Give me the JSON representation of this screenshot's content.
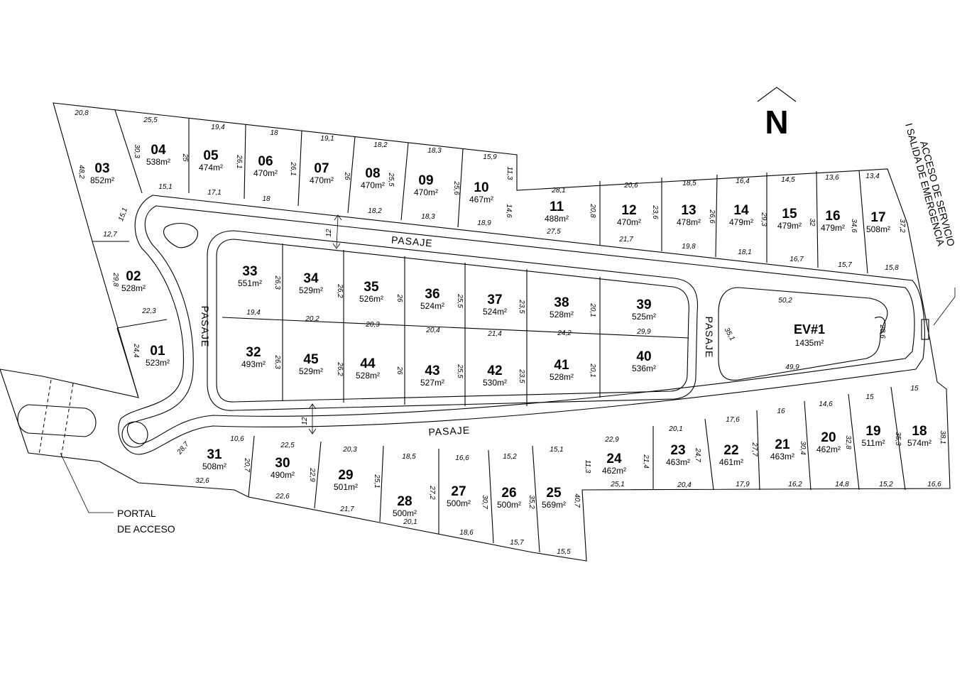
{
  "north_label": "N",
  "road_label": "PASAJE",
  "road_width": "12",
  "access_service_line1": "ACCESO DE SERVICIO",
  "access_service_line2": "I SALIDA DE EMERGENCIA",
  "portal_line1": "PORTAL",
  "portal_line2": "DE ACCESO",
  "green_area": {
    "name": "EV#1",
    "area": "1435m²"
  },
  "lots": [
    {
      "id": "01",
      "area": "523m²"
    },
    {
      "id": "02",
      "area": "528m²"
    },
    {
      "id": "03",
      "area": "852m²"
    },
    {
      "id": "04",
      "area": "538m²"
    },
    {
      "id": "05",
      "area": "474m²"
    },
    {
      "id": "06",
      "area": "470m²"
    },
    {
      "id": "07",
      "area": "470m²"
    },
    {
      "id": "08",
      "area": "470m²"
    },
    {
      "id": "09",
      "area": "470m²"
    },
    {
      "id": "10",
      "area": "467m²"
    },
    {
      "id": "11",
      "area": "488m²"
    },
    {
      "id": "12",
      "area": "470m²"
    },
    {
      "id": "13",
      "area": "478m²"
    },
    {
      "id": "14",
      "area": "479m²"
    },
    {
      "id": "15",
      "area": "479m²"
    },
    {
      "id": "16",
      "area": "479m²"
    },
    {
      "id": "17",
      "area": "508m²"
    },
    {
      "id": "18",
      "area": "574m²"
    },
    {
      "id": "19",
      "area": "511m²"
    },
    {
      "id": "20",
      "area": "462m²"
    },
    {
      "id": "21",
      "area": "463m²"
    },
    {
      "id": "22",
      "area": "461m²"
    },
    {
      "id": "23",
      "area": "463m²"
    },
    {
      "id": "24",
      "area": "462m²"
    },
    {
      "id": "25",
      "area": "569m²"
    },
    {
      "id": "26",
      "area": "500m²"
    },
    {
      "id": "27",
      "area": "500m²"
    },
    {
      "id": "28",
      "area": "500m²"
    },
    {
      "id": "29",
      "area": "501m²"
    },
    {
      "id": "30",
      "area": "490m²"
    },
    {
      "id": "31",
      "area": "508m²"
    },
    {
      "id": "32",
      "area": "493m²"
    },
    {
      "id": "33",
      "area": "551m²"
    },
    {
      "id": "34",
      "area": "529m²"
    },
    {
      "id": "35",
      "area": "526m²"
    },
    {
      "id": "36",
      "area": "524m²"
    },
    {
      "id": "37",
      "area": "524m²"
    },
    {
      "id": "38",
      "area": "528m²"
    },
    {
      "id": "39",
      "area": "525m²"
    },
    {
      "id": "40",
      "area": "536m²"
    },
    {
      "id": "41",
      "area": "528m²"
    },
    {
      "id": "42",
      "area": "530m²"
    },
    {
      "id": "43",
      "area": "527m²"
    },
    {
      "id": "44",
      "area": "528m²"
    },
    {
      "id": "45",
      "area": "529m²"
    }
  ],
  "dimensions": [
    "20,8",
    "25,5",
    "19,4",
    "18",
    "19,1",
    "18,2",
    "18,3",
    "15,9",
    "11,3",
    "30,3",
    "25",
    "26,1",
    "26,1",
    "26",
    "25,5",
    "25,6",
    "14,6",
    "48,2",
    "15,1",
    "17,1",
    "18",
    "18,2",
    "18,3",
    "18,9",
    "15,1",
    "12,7",
    "29,8",
    "22,3",
    "24,4",
    "28,1",
    "20,6",
    "18,5",
    "16,4",
    "14,5",
    "13,6",
    "13,4",
    "20,8",
    "23,6",
    "26,6",
    "29,3",
    "32",
    "34,6",
    "37,2",
    "27,5",
    "21,7",
    "19,8",
    "18,1",
    "16,7",
    "15,7",
    "15,8",
    "26,3",
    "26,2",
    "26",
    "25,5",
    "23,5",
    "20,1",
    "26,3",
    "26,2",
    "26",
    "25,5",
    "23,5",
    "20,1",
    "19,4",
    "20,2",
    "20,3",
    "20,4",
    "21,4",
    "24,2",
    "29,9",
    "50,2",
    "35,1",
    "28,6",
    "49,9",
    "10,6",
    "28,7",
    "32,6",
    "20,7",
    "22,5",
    "22,9",
    "22,6",
    "20,3",
    "25,1",
    "21,7",
    "18,5",
    "27,2",
    "20,1",
    "16,6",
    "30,7",
    "18,6",
    "15,2",
    "35,2",
    "15,7",
    "15,1",
    "40,7",
    "15,5",
    "22,9",
    "11,3",
    "21,4",
    "25,1",
    "20,1",
    "24,7",
    "20,4",
    "17,6",
    "27,7",
    "17,9",
    "16",
    "30,4",
    "16,2",
    "14,6",
    "32,8",
    "14,8",
    "15",
    "35,3",
    "15,2",
    "15",
    "38,1",
    "16,6"
  ]
}
